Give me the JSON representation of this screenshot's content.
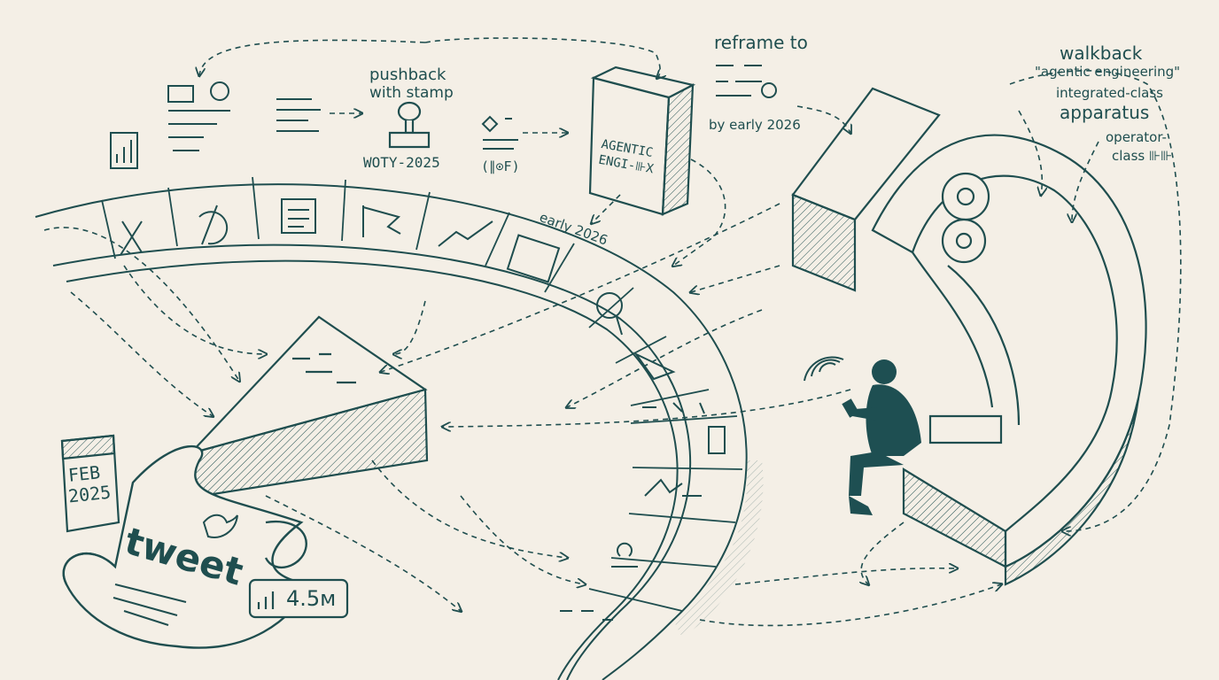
{
  "labels": {
    "reframe": "reframe to",
    "by_early": "by early 2026",
    "pushback_line1": "pushback",
    "pushback_line2": "with stamp",
    "woty": "WOTY-2025",
    "woty_glyphs": "(∥⊙F)",
    "walkback": "walkback",
    "agentic_quote": "\"agentic engineering\"",
    "integrated": "integrated-class",
    "apparatus": "apparatus",
    "operator_line1": "operator-",
    "operator_line2": "class ⊪⊪",
    "early_2026": "early 2026",
    "feb_line1": "FEB",
    "feb_line2": "2025",
    "tweet": "tweet",
    "views": "4.5м",
    "card_line1": "AGENTIC",
    "card_line2": "ENGI-⊪X"
  },
  "icons": {
    "twitter": "bird-icon",
    "calendar": "calendar-icon",
    "stamp": "stamp-icon",
    "magnifier": "magnifier-icon",
    "gears": "gears-icon",
    "phone": "phone-icon",
    "bar_chart": "bar-chart-icon"
  },
  "colors": {
    "ink": "#1f4e4f",
    "paper": "#f4efe6",
    "figure": "#1e4f52"
  }
}
